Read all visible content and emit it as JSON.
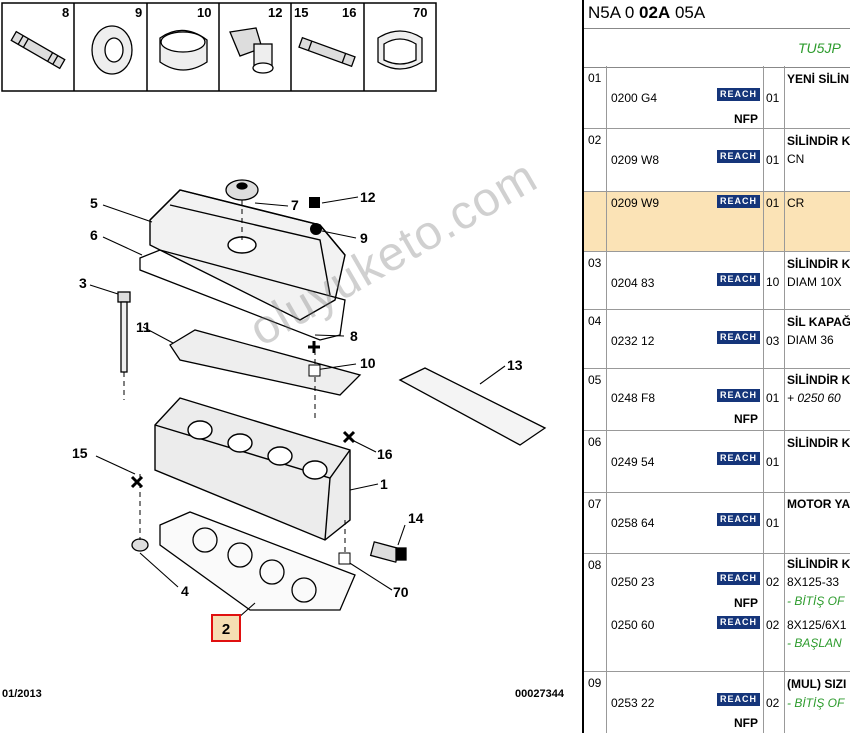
{
  "diagram": {
    "header_numbers": [
      "8",
      "9",
      "10",
      "12",
      "15",
      "16",
      "70"
    ],
    "callouts": {
      "c5": "5",
      "c6": "6",
      "c7": "7",
      "c12": "12",
      "c9": "9",
      "c3": "3",
      "c11": "11",
      "c8": "8",
      "c10": "10",
      "c13": "13",
      "c15": "15",
      "c16": "16",
      "c1": "1",
      "c14": "14",
      "c4": "4",
      "c70": "70",
      "c2": "2"
    },
    "footer_left": "01/2013",
    "footer_right": "00027344",
    "watermark": "oluyuketo.com"
  },
  "table": {
    "title_pre": "N5A 0 ",
    "title_bold": "02A",
    "title_post": " 05A",
    "engine_code": "TU5JP",
    "reach_label": "REACH",
    "nfp_label": "NFP",
    "rows": [
      {
        "idx": "01",
        "pn": "0200 G4",
        "qty": "01",
        "desc": "YENİ SİLİN",
        "nfp": true
      },
      {
        "idx": "02",
        "pn": "0209 W8",
        "qty": "01",
        "desc": "SİLİNDİR K",
        "desc2": "CN"
      },
      {
        "idx": "",
        "pn": "0209 W9",
        "qty": "01",
        "desc": "CR"
      },
      {
        "idx": "03",
        "pn": "0204 83",
        "qty": "10",
        "desc": "SİLİNDİR K",
        "desc2": "DIAM 10X"
      },
      {
        "idx": "04",
        "pn": "0232 12",
        "qty": "03",
        "desc": "SİL KAPAĞ",
        "desc2": "DIAM 36"
      },
      {
        "idx": "05",
        "pn": "0248 F8",
        "qty": "01",
        "desc": "SİLİNDİR K",
        "desc2": "+ 0250 60",
        "nfp": true
      },
      {
        "idx": "06",
        "pn": "0249 54",
        "qty": "01",
        "desc": "SİLİNDİR K"
      },
      {
        "idx": "07",
        "pn": "0258 64",
        "qty": "01",
        "desc": "MOTOR YA"
      },
      {
        "idx": "08",
        "pn": "0250 23",
        "qty": "02",
        "desc": "SİLİNDİR K",
        "desc2": "8X125-33",
        "desc3": "- BİTİŞ OF",
        "nfp": true
      },
      {
        "idx": "",
        "pn": "0250 60",
        "qty": "02",
        "desc": "8X125/6X1",
        "desc3": "- BAŞLAN"
      },
      {
        "idx": "09",
        "pn": "0253 22",
        "qty": "02",
        "desc": "(MUL) SIZI",
        "desc2": "- BİTİŞ OF",
        "nfp": true
      }
    ]
  }
}
